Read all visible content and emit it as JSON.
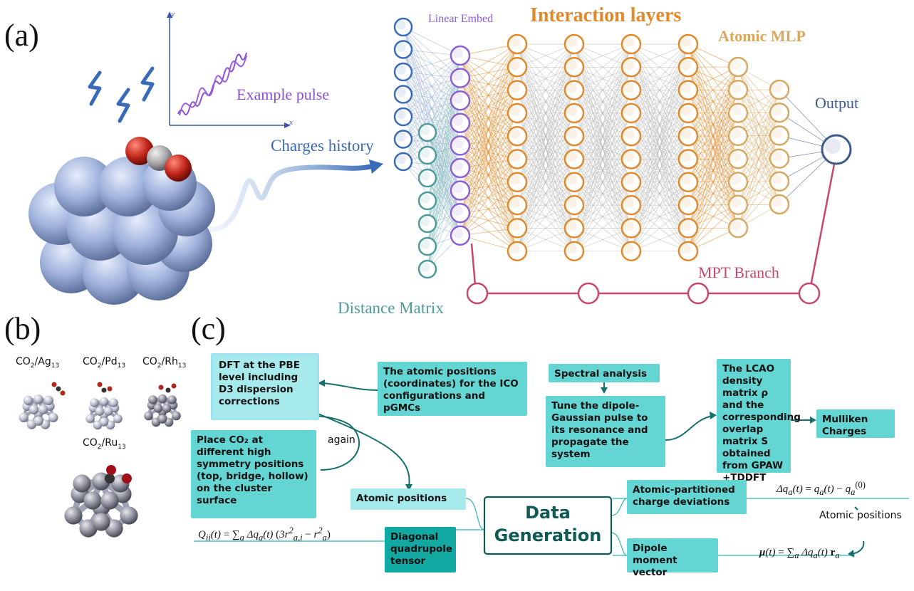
{
  "panels": {
    "a": "(a)",
    "b": "(b)",
    "c": "(c)"
  },
  "panel_a": {
    "example_pulse": "Example pulse",
    "axis_x": "x",
    "axis_y": "y",
    "charges_history": "Charges history",
    "linear_embed": "Linear Embed",
    "interaction_layers": "Interaction layers",
    "atomic_mlp": "Atomic MLP",
    "output": "Output",
    "mpt_branch": "MPT Branch",
    "distance_matrix": "Distance Matrix"
  },
  "panel_b": {
    "items": [
      {
        "base": "CO",
        "sub1": "2",
        "sep": "/",
        "metal": "Ag",
        "sub2": "13"
      },
      {
        "base": "CO",
        "sub1": "2",
        "sep": "/",
        "metal": "Pd",
        "sub2": "13"
      },
      {
        "base": "CO",
        "sub1": "2",
        "sep": "/",
        "metal": "Rh",
        "sub2": "13"
      },
      {
        "base": "CO",
        "sub1": "2",
        "sep": "/",
        "metal": "Ru",
        "sub2": "13"
      }
    ]
  },
  "panel_c": {
    "center": {
      "line1": "Data",
      "line2": "Generation"
    },
    "boxes": {
      "dft": "DFT at the PBE level including D3 dispersion corrections",
      "atomic_positions_ico": "The atomic positions (coordinates) for the ICO configurations and pGMCs",
      "spectral": "Spectral analysis",
      "tune": "Tune the dipole-Gaussian pulse to its resonance and propagate the system",
      "lcao": "The LCAO density matrix ρ and the corresponding overlap matrix S obtained from GPAW +TDDFT",
      "mulliken": "Mulliken Charges",
      "place": "Place CO₂ at different high symmetry positions (top, bridge, hollow) on the cluster surface",
      "atomic_positions": "Atomic positions",
      "charge_dev": "Atomic-partitioned charge deviations",
      "quadrupole": "Diagonal quadrupole tensor",
      "dipole": "Dipole moment vector"
    },
    "again": "again",
    "atomic_positions_note": "Atomic positions"
  },
  "colors": {
    "linear_embed": "#8b5fd6",
    "interaction": "#e08a2c",
    "atomic_mlp": "#d8a860",
    "output": "#3d5a8c",
    "mpt": "#c9476f",
    "distance": "#4e9b9b",
    "charges": "#3a6bb8",
    "box": "#63d6d3",
    "box_dark": "#12a9a3",
    "box_light": "#a7eaec"
  }
}
